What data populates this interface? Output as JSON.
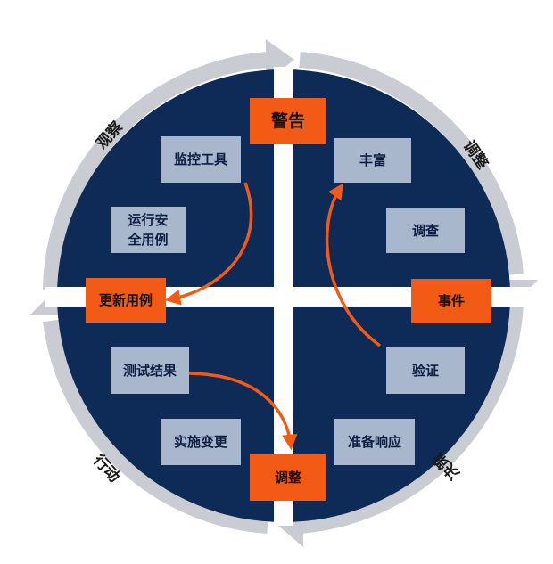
{
  "quadrant_labels": {
    "top_left": "观察",
    "top_right": "调整",
    "bottom_left": "行动",
    "bottom_right": "决策"
  },
  "hub_boxes": {
    "top": "警告",
    "right": "事件",
    "bottom": "调整",
    "left": "更新用例"
  },
  "boxes": {
    "monitoring_tools": "监控工具",
    "run_security_use_cases": [
      "运行安",
      "全用例"
    ],
    "enrich": "丰富",
    "investigate": "调查",
    "verify": "验证",
    "prepare_response": "准备响应",
    "test_results": "测试结果",
    "implement_changes": "实施变更"
  },
  "colors": {
    "circle_fill": "#0e2a56",
    "ring_gray": "#c9cdd3",
    "hub_orange": "#f25a16",
    "box_gray": "#a9b7cc",
    "flow_arrow": "#f25a16",
    "cross_white": "#ffffff"
  }
}
